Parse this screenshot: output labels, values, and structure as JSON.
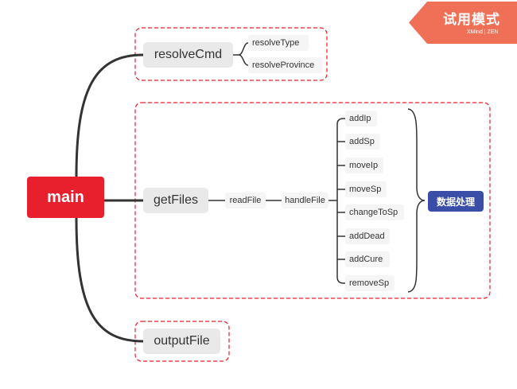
{
  "badge": {
    "trial_label": "试用模式",
    "brand": "XMind | ZEN"
  },
  "root": {
    "label": "main"
  },
  "topics": {
    "resolve_cmd": {
      "label": "resolveCmd",
      "children": [
        "resolveType",
        "resolveProvince"
      ]
    },
    "get_files": {
      "label": "getFiles",
      "read_file": "readFile",
      "handle_file": "handleFile",
      "children": [
        "addIp",
        "addSp",
        "moveIp",
        "moveSp",
        "changeToSp",
        "addDead",
        "addCure",
        "removeSp"
      ]
    },
    "output_file": {
      "label": "outputFile"
    }
  },
  "summary": {
    "label": "数据处理"
  },
  "colors": {
    "root": "#e8202e",
    "boundary": "#e8202e",
    "summary": "#3a4ea8",
    "badge": "#f07057",
    "line": "#333333"
  }
}
